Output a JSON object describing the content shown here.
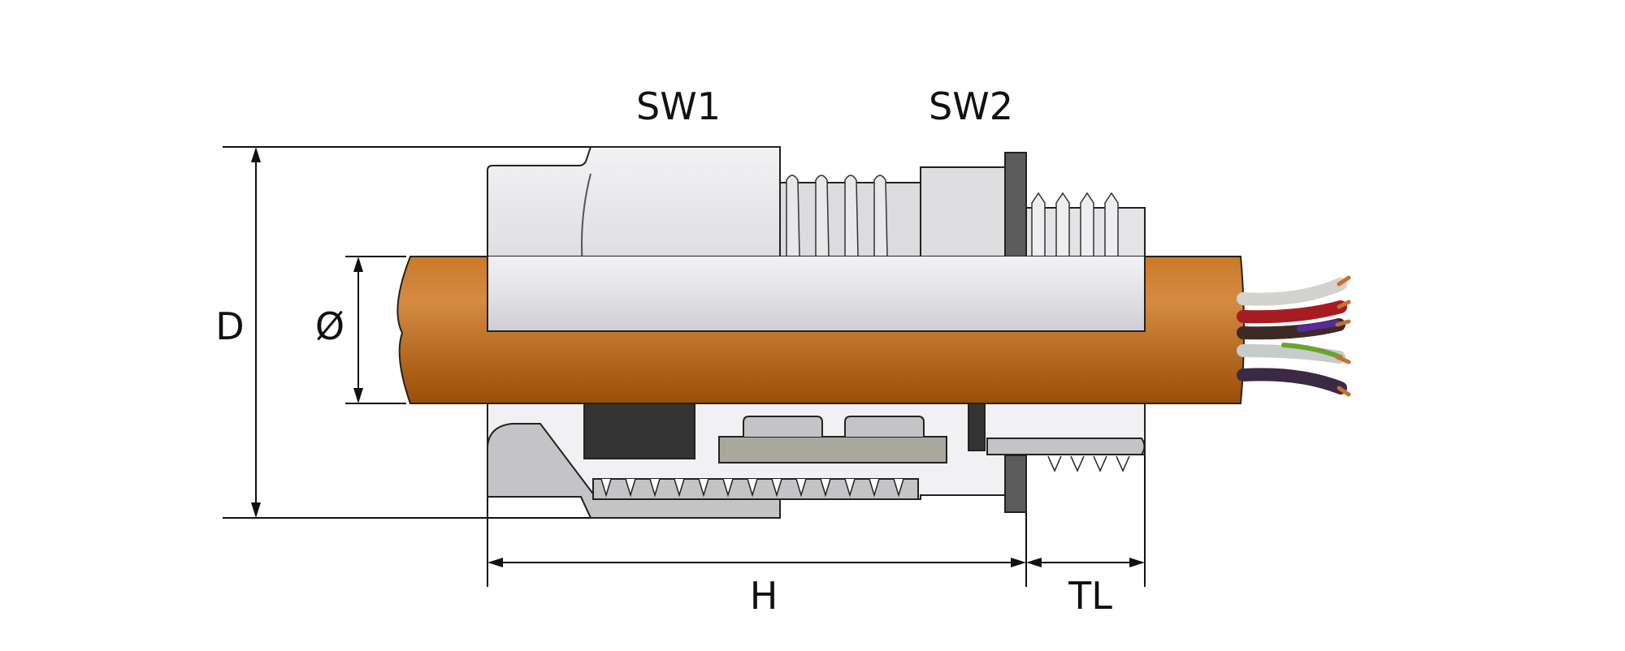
{
  "labels": {
    "sw1": "SW1",
    "sw2": "SW2",
    "d": "D",
    "diameter": "Ø",
    "h": "H",
    "tl": "TL"
  },
  "colors": {
    "cable": "#b8651e",
    "gland_light": "#e4e4e6",
    "gland_section": "#c4c4c6",
    "seal_dark": "#333333",
    "locknut": "#5c5c5c"
  }
}
